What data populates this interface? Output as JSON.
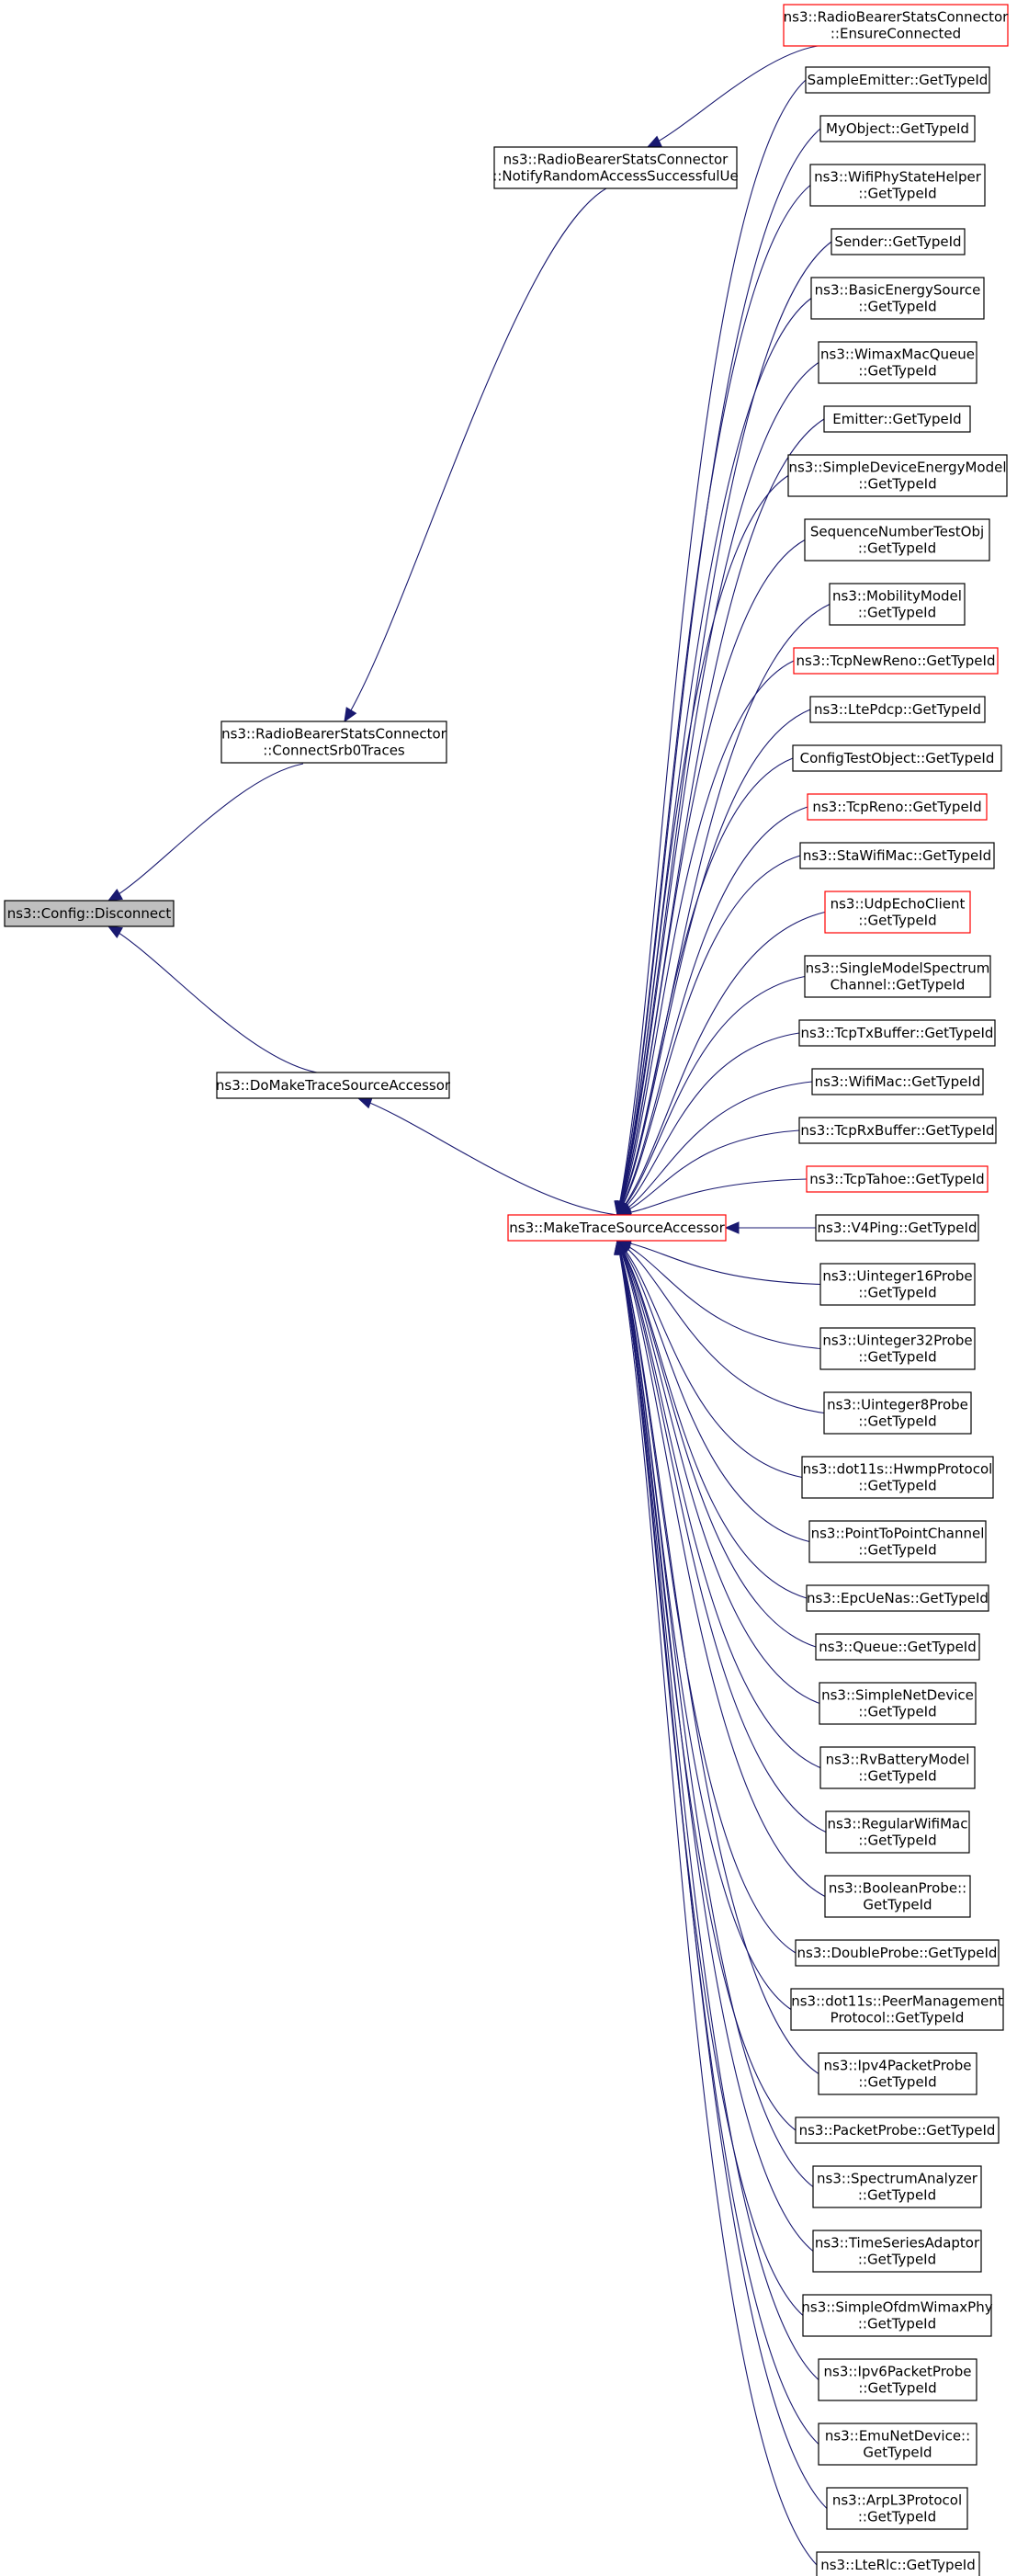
{
  "colors": {
    "edge": "#191970",
    "node_border": "#000000",
    "node_border_red": "#ff0000",
    "node_fill": "#ffffff",
    "root_fill": "#bfbfbf"
  },
  "root": {
    "id": "config-disconnect",
    "lines": [
      "ns3::Config::Disconnect"
    ]
  },
  "hub": {
    "id": "make-trace-source-accessor",
    "lines": [
      "ns3::MakeTraceSourceAccessor"
    ],
    "red": true
  },
  "upper": [
    {
      "id": "rbsc-connect-srb0-traces",
      "lines": [
        "ns3::RadioBearerStatsConnector",
        "::ConnectSrb0Traces"
      ]
    },
    {
      "id": "rbsc-notify-random-access",
      "lines": [
        "ns3::RadioBearerStatsConnector",
        "::NotifyRandomAccessSuccessfulUe"
      ]
    },
    {
      "id": "rbsc-ensure-connected",
      "lines": [
        "ns3::RadioBearerStatsConnector",
        "::EnsureConnected"
      ],
      "red": true
    }
  ],
  "do_make": {
    "id": "do-make-trace-source-accessor",
    "lines": [
      "ns3::DoMakeTraceSourceAccessor"
    ]
  },
  "callers": [
    {
      "lines": [
        "SampleEmitter::GetTypeId"
      ]
    },
    {
      "lines": [
        "MyObject::GetTypeId"
      ]
    },
    {
      "lines": [
        "ns3::WifiPhyStateHelper",
        "::GetTypeId"
      ]
    },
    {
      "lines": [
        "Sender::GetTypeId"
      ]
    },
    {
      "lines": [
        "ns3::BasicEnergySource",
        "::GetTypeId"
      ]
    },
    {
      "lines": [
        "ns3::WimaxMacQueue",
        "::GetTypeId"
      ]
    },
    {
      "lines": [
        "Emitter::GetTypeId"
      ]
    },
    {
      "lines": [
        "ns3::SimpleDeviceEnergyModel",
        "::GetTypeId"
      ]
    },
    {
      "lines": [
        "SequenceNumberTestObj",
        "::GetTypeId"
      ]
    },
    {
      "lines": [
        "ns3::MobilityModel",
        "::GetTypeId"
      ]
    },
    {
      "lines": [
        "ns3::TcpNewReno::GetTypeId"
      ],
      "red": true
    },
    {
      "lines": [
        "ns3::LtePdcp::GetTypeId"
      ]
    },
    {
      "lines": [
        "ConfigTestObject::GetTypeId"
      ]
    },
    {
      "lines": [
        "ns3::TcpReno::GetTypeId"
      ],
      "red": true
    },
    {
      "lines": [
        "ns3::StaWifiMac::GetTypeId"
      ]
    },
    {
      "lines": [
        "ns3::UdpEchoClient",
        "::GetTypeId"
      ],
      "red": true
    },
    {
      "lines": [
        "ns3::SingleModelSpectrum",
        "Channel::GetTypeId"
      ]
    },
    {
      "lines": [
        "ns3::TcpTxBuffer::GetTypeId"
      ]
    },
    {
      "lines": [
        "ns3::WifiMac::GetTypeId"
      ]
    },
    {
      "lines": [
        "ns3::TcpRxBuffer::GetTypeId"
      ]
    },
    {
      "lines": [
        "ns3::TcpTahoe::GetTypeId"
      ],
      "red": true
    },
    {
      "lines": [
        "ns3::V4Ping::GetTypeId"
      ]
    },
    {
      "lines": [
        "ns3::Uinteger16Probe",
        "::GetTypeId"
      ]
    },
    {
      "lines": [
        "ns3::Uinteger32Probe",
        "::GetTypeId"
      ]
    },
    {
      "lines": [
        "ns3::Uinteger8Probe",
        "::GetTypeId"
      ]
    },
    {
      "lines": [
        "ns3::dot11s::HwmpProtocol",
        "::GetTypeId"
      ]
    },
    {
      "lines": [
        "ns3::PointToPointChannel",
        "::GetTypeId"
      ]
    },
    {
      "lines": [
        "ns3::EpcUeNas::GetTypeId"
      ]
    },
    {
      "lines": [
        "ns3::Queue::GetTypeId"
      ]
    },
    {
      "lines": [
        "ns3::SimpleNetDevice",
        "::GetTypeId"
      ]
    },
    {
      "lines": [
        "ns3::RvBatteryModel",
        "::GetTypeId"
      ]
    },
    {
      "lines": [
        "ns3::RegularWifiMac",
        "::GetTypeId"
      ]
    },
    {
      "lines": [
        "ns3::BooleanProbe::",
        "GetTypeId"
      ]
    },
    {
      "lines": [
        "ns3::DoubleProbe::GetTypeId"
      ]
    },
    {
      "lines": [
        "ns3::dot11s::PeerManagement",
        "Protocol::GetTypeId"
      ]
    },
    {
      "lines": [
        "ns3::Ipv4PacketProbe",
        "::GetTypeId"
      ]
    },
    {
      "lines": [
        "ns3::PacketProbe::GetTypeId"
      ]
    },
    {
      "lines": [
        "ns3::SpectrumAnalyzer",
        "::GetTypeId"
      ]
    },
    {
      "lines": [
        "ns3::TimeSeriesAdaptor",
        "::GetTypeId"
      ]
    },
    {
      "lines": [
        "ns3::SimpleOfdmWimaxPhy",
        "::GetTypeId"
      ]
    },
    {
      "lines": [
        "ns3::Ipv6PacketProbe",
        "::GetTypeId"
      ]
    },
    {
      "lines": [
        "ns3::EmuNetDevice::",
        "GetTypeId"
      ]
    },
    {
      "lines": [
        "ns3::ArpL3Protocol",
        "::GetTypeId"
      ]
    },
    {
      "lines": [
        "ns3::LteRlc::GetTypeId"
      ]
    }
  ]
}
